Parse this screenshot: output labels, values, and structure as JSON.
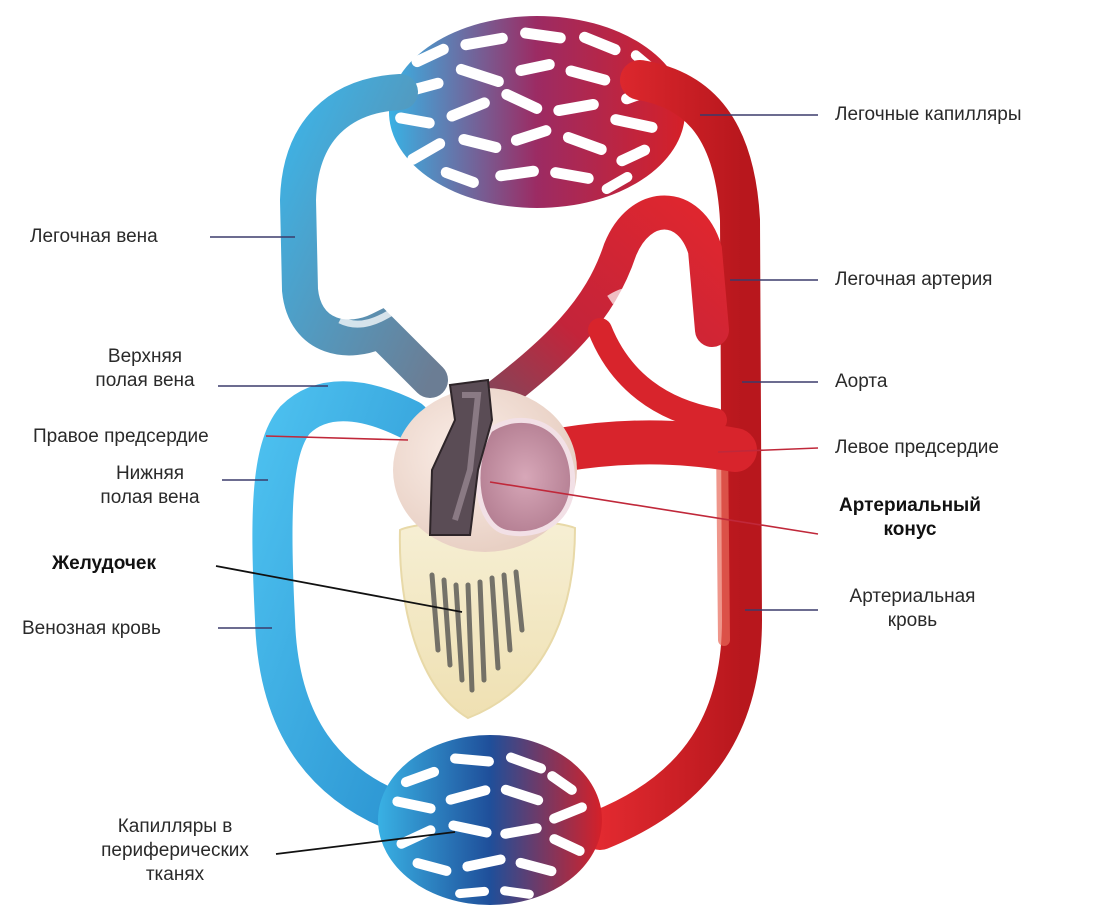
{
  "labels": {
    "pulmonary_capillaries": "Легочные капилляры",
    "pulmonary_vein": "Легочная вена",
    "pulmonary_artery": "Легочная артерия",
    "superior_vena_cava_1": "Верхняя",
    "superior_vena_cava_2": "полая вена",
    "aorta": "Аорта",
    "right_atrium": "Правое предсердие",
    "left_atrium": "Левое предсердие",
    "inferior_vena_cava_1": "Нижняя",
    "inferior_vena_cava_2": "полая вена",
    "arterial_cone_1": "Артериальный",
    "arterial_cone_2": "конус",
    "ventricle": "Желудочек",
    "venous_blood": "Венозная кровь",
    "arterial_blood_1": "Артериальная",
    "arterial_blood_2": "кровь",
    "peripheral_capillaries_1": "Капилляры в",
    "peripheral_capillaries_2": "периферических",
    "peripheral_capillaries_3": "тканях"
  },
  "colors": {
    "venous": "#3aaee0",
    "arterial": "#d42127",
    "mixed": "#9c2e63",
    "ventricle": "#f3e8c2",
    "atrium": "#efdcd3",
    "arterial_cone": "#c98fa3"
  }
}
